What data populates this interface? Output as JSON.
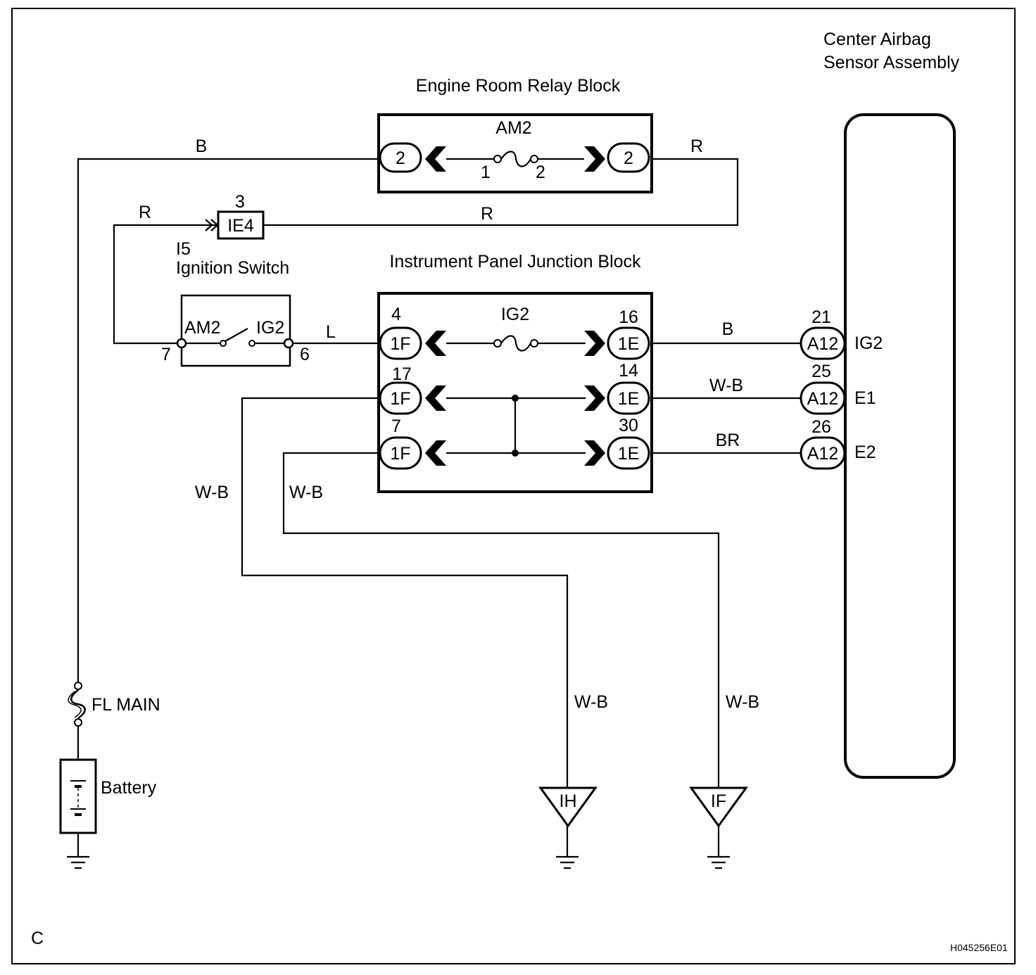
{
  "diagram": {
    "corner_label": "C",
    "code": "H045256E01"
  },
  "blocks": {
    "engine_room": "Engine Room Relay Block",
    "instrument_panel": "Instrument Panel Junction Block",
    "airbag_line1": "Center Airbag",
    "airbag_line2": "Sensor Assembly"
  },
  "fuses": {
    "am2": "AM2",
    "am2_in": "1",
    "am2_out": "2",
    "ig2": "IG2",
    "fl_main": "FL MAIN"
  },
  "battery": "Battery",
  "ignition": {
    "id": "I5",
    "name": "Ignition Switch",
    "am2": "AM2",
    "ig2": "IG2",
    "pin_in": "7",
    "pin_out": "6"
  },
  "connectors": {
    "er_left": "2",
    "er_right": "2",
    "ie4": "IE4",
    "ie4_pin": "3",
    "f": "1F",
    "e": "1E",
    "a": "A12",
    "f_pins": [
      "4",
      "17",
      "7"
    ],
    "e_pins": [
      "16",
      "14",
      "30"
    ],
    "a_pins": [
      "21",
      "25",
      "26"
    ],
    "a_terms": [
      "IG2",
      "E1",
      "E2"
    ]
  },
  "wires": {
    "b": "B",
    "r_top": "R",
    "r_mid": "R",
    "r_left": "R",
    "l": "L",
    "b_ig2": "B",
    "wb_e1": "W-B",
    "br_e2": "BR",
    "wb_left1": "W-B",
    "wb_left2": "W-B",
    "wb_ih": "W-B",
    "wb_if": "W-B"
  },
  "grounds": {
    "ih": "IH",
    "if": "IF"
  }
}
